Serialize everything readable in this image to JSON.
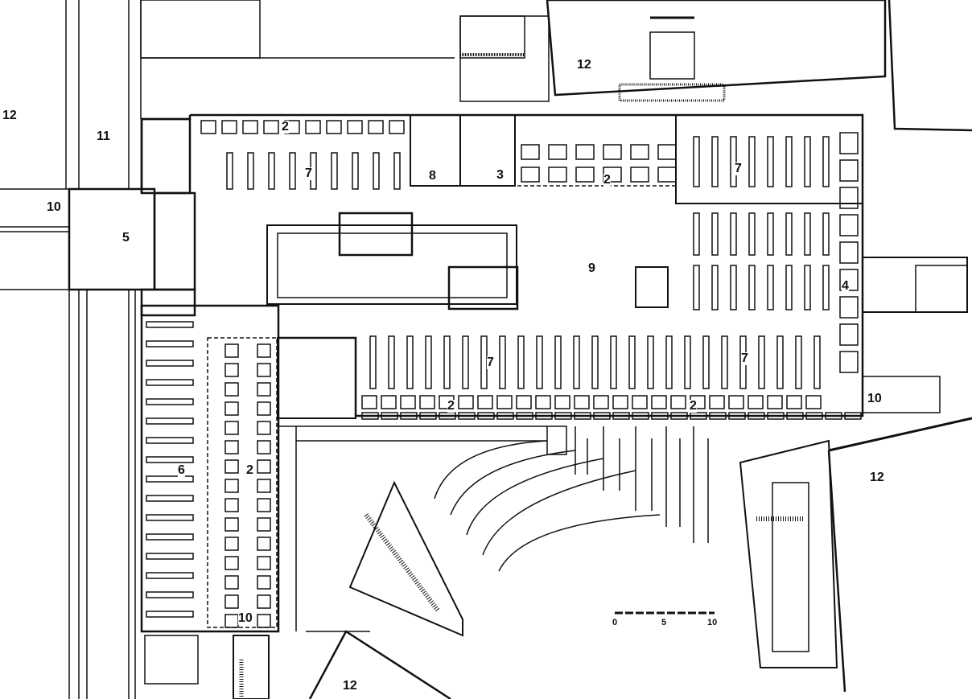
{
  "plan": {
    "labels": {
      "area_12_west": "12",
      "area_11": "11",
      "area_10_west": "10",
      "area_5": "5",
      "area_2_north": "2",
      "area_7_northwest": "7",
      "area_8": "8",
      "area_3": "3",
      "area_2_northeast": "2",
      "area_7_northeast": "7",
      "area_12_north": "12",
      "area_9": "9",
      "area_4": "4",
      "area_7_southwest": "7",
      "area_7_southeast": "7",
      "area_2_south_west": "2",
      "area_2_south_east": "2",
      "area_10_east": "10",
      "area_12_east": "12",
      "area_6": "6",
      "area_2_west": "2",
      "area_10_south": "10",
      "area_12_south": "12"
    },
    "scale_bar": {
      "ticks": [
        "0",
        "5",
        "10"
      ]
    }
  }
}
